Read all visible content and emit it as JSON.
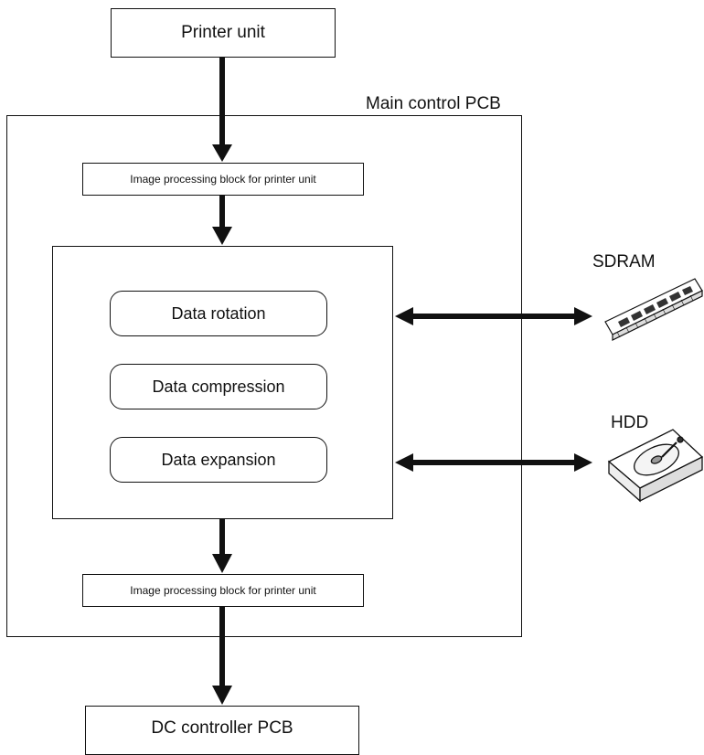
{
  "nodes": {
    "printer_unit": "Printer unit",
    "main_control_pcb": "Main control PCB",
    "image_block_top": "Image processing block for printer unit",
    "image_block_bottom": "Image processing block for printer unit",
    "data_rotation": "Data rotation",
    "data_compression": "Data compression",
    "data_expansion": "Data expansion",
    "sdram": "SDRAM",
    "hdd": "HDD",
    "dc_controller_pcb": "DC controller PCB"
  },
  "icons": {
    "sdram": "memory-module-icon",
    "hdd": "hard-disk-drive-icon"
  }
}
